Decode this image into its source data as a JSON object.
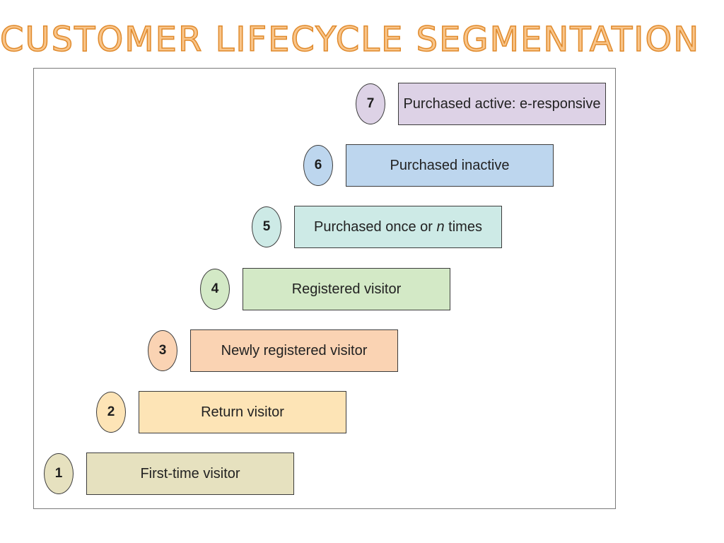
{
  "slide": {
    "title": "CUSTOMER LIFECYCLE SEGMENTATION",
    "title_fill_color": "#f9c58a",
    "title_stroke_color": "#e08a2c"
  },
  "diagram": {
    "steps": [
      {
        "number": "1",
        "label": "First-time visitor",
        "color": "#e6e1bf"
      },
      {
        "number": "2",
        "label": "Return visitor",
        "color": "#fde4b6"
      },
      {
        "number": "3",
        "label": "Newly registered visitor",
        "color": "#fad3b3"
      },
      {
        "number": "4",
        "label": "Registered visitor",
        "color": "#d3e9c6"
      },
      {
        "number": "5",
        "label_prefix": "Purchased once or ",
        "label_italic": "n",
        "label_suffix": " times",
        "color": "#cdeae6"
      },
      {
        "number": "6",
        "label": "Purchased inactive",
        "color": "#bdd6ee"
      },
      {
        "number": "7",
        "label": "Purchased active: e-responsive",
        "color": "#ddd2e6"
      }
    ]
  }
}
